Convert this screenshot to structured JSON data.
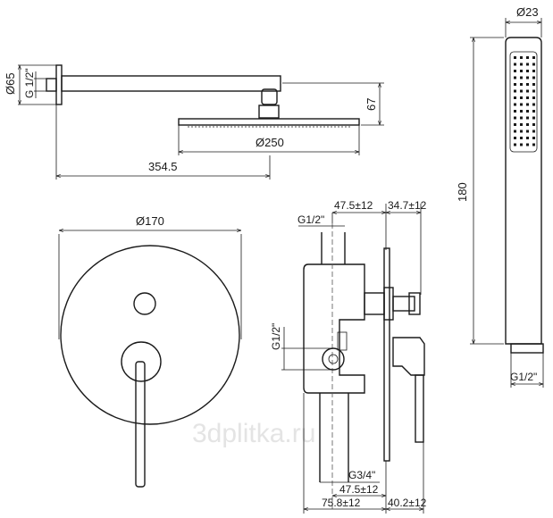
{
  "shower_arm": {
    "flange_diameter": "Ø65",
    "thread": "G 1/2\"",
    "head_height": "67",
    "head_diameter": "Ø250",
    "arm_length": "354.5"
  },
  "hand_shower": {
    "diameter": "Ø23",
    "length": "180",
    "thread": "G1/2\""
  },
  "mixer_front": {
    "plate_diameter": "Ø170"
  },
  "mixer_side": {
    "top_thread": "G1/2\"",
    "top_depth": "47.5±12",
    "top_projection": "34.7±12",
    "side_thread": "G1/2\"",
    "bottom_thread": "G3/4\"",
    "bottom_depth": "47.5±12",
    "total_depth": "75.8±12",
    "front_projection": "40.2±12"
  },
  "watermark": "3dplitka.ru"
}
